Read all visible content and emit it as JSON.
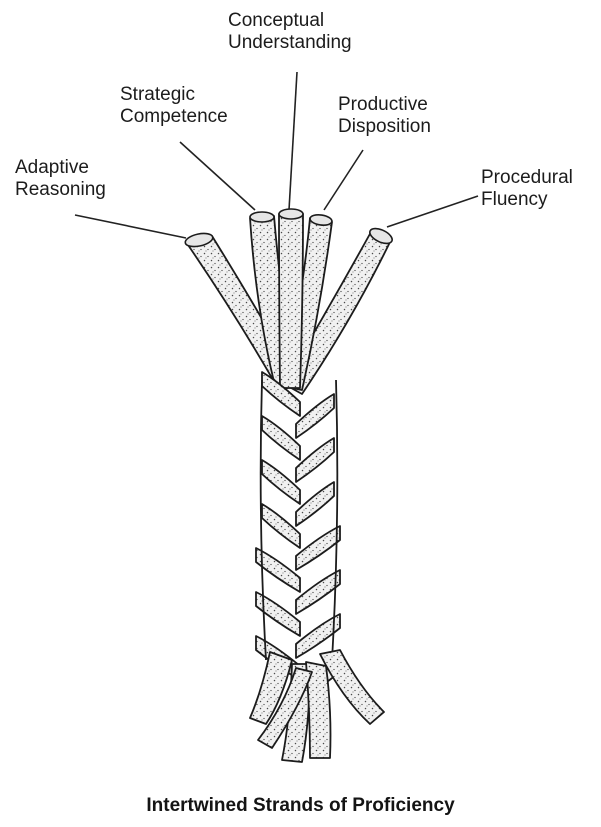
{
  "strands": [
    {
      "id": "adaptive",
      "line1": "Adaptive",
      "line2": "Reasoning"
    },
    {
      "id": "strategic",
      "line1": "Strategic",
      "line2": "Competence"
    },
    {
      "id": "conceptual",
      "line1": "Conceptual",
      "line2": "Understanding"
    },
    {
      "id": "productive",
      "line1": "Productive",
      "line2": "Disposition"
    },
    {
      "id": "procedural",
      "line1": "Procedural",
      "line2": "Fluency"
    }
  ],
  "caption": "Intertwined Strands of Proficiency",
  "colors": {
    "ink": "#1c1c1c",
    "strand_fill": "#f1f1f1",
    "stipple": "#4a4a4a"
  }
}
